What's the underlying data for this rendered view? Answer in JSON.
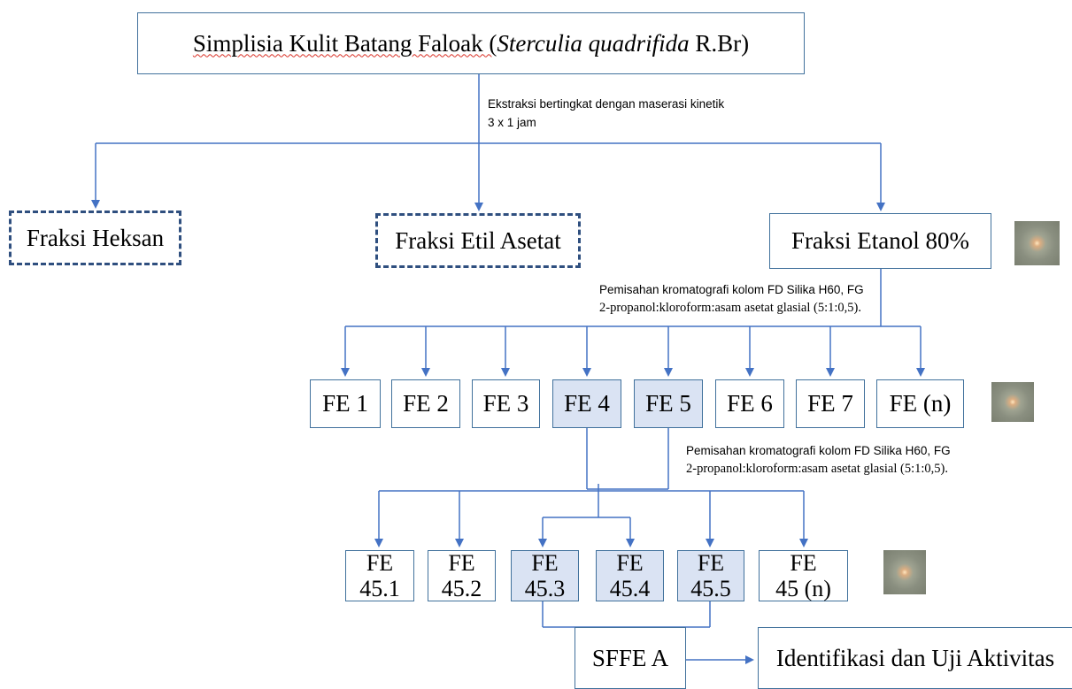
{
  "colors": {
    "line": "#4472c4",
    "box_border": "#41719c",
    "dashed_border": "#2f4f7f",
    "shade": "#dae3f3"
  },
  "root": {
    "prefix": "Simplisia Kulit Batang Faloak (",
    "species": "Sterculia quadrifida",
    "suffix": " R.Br)"
  },
  "note1": {
    "line1": "Ekstraksi bertingkat dengan maserasi kinetik",
    "line2": "3 x 1 jam"
  },
  "fractions": {
    "heksan": "Fraksi Heksan",
    "etil_asetat": "Fraksi Etil Asetat",
    "etanol": "Fraksi Etanol 80%"
  },
  "note2": {
    "line1": "Pemisahan kromatografi kolom FD Silika H60, FG",
    "line2": "2-propanol:kloroform:asam asetat glasial (5:1:0,5)."
  },
  "fe": [
    "FE 1",
    "FE 2",
    "FE 3",
    "FE 4",
    "FE 5",
    "FE 6",
    "FE 7",
    "FE (n)"
  ],
  "note3": {
    "line1": "Pemisahan kromatografi kolom FD Silika H60, FG",
    "line2": "2-propanol:kloroform:asam asetat glasial (5:1:0,5)."
  },
  "fe45": [
    {
      "l1": "FE",
      "l2": "45.1"
    },
    {
      "l1": "FE",
      "l2": "45.2"
    },
    {
      "l1": "FE",
      "l2": "45.3"
    },
    {
      "l1": "FE",
      "l2": "45.4"
    },
    {
      "l1": "FE",
      "l2": "45.5"
    },
    {
      "l1": "FE",
      "l2": "45 (n)"
    }
  ],
  "sffe": "SFFE A",
  "identifikasi": "Identifikasi dan Uji Aktivitas"
}
